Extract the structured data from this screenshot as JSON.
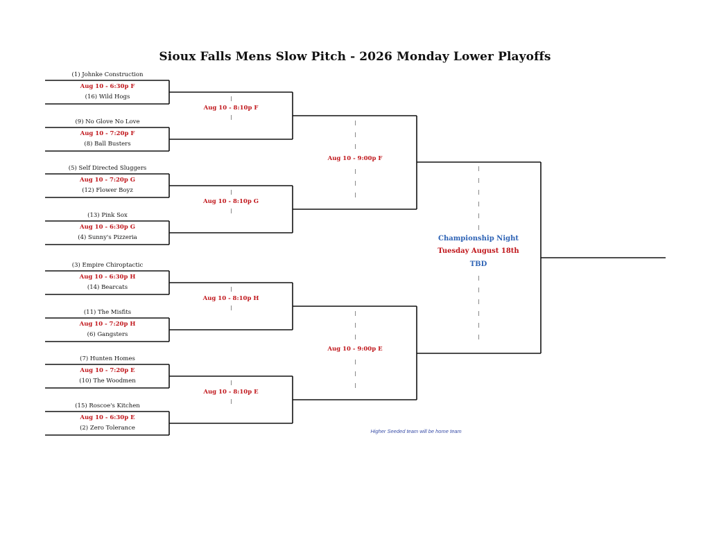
{
  "title": "Sioux Falls Mens Slow Pitch - 2026 Monday Lower Playoffs",
  "round1": [
    {
      "top": "(1) Johnke Construction",
      "game": "Aug 10 - 6:30p F",
      "bottom": "(16) Wild Hogs"
    },
    {
      "top": "(9) No Glove No Love",
      "game": "Aug 10 - 7:20p F",
      "bottom": "(8) Ball Busters"
    },
    {
      "top": "(5) Self Directed Sluggers",
      "game": "Aug 10 - 7:20p G",
      "bottom": "(12) Flower Boyz"
    },
    {
      "top": "(13) Pink Sox",
      "game": "Aug 10 - 6:30p G",
      "bottom": "(4) Sunny's Pizzeria"
    },
    {
      "top": "(3) Empire Chiroptactic",
      "game": "Aug 10 - 6:30p H",
      "bottom": "(14) Bearcats"
    },
    {
      "top": "(11) The Misfits",
      "game": "Aug 10 - 7:20p H",
      "bottom": "(6) Gangsters"
    },
    {
      "top": "(7) Hunten Homes",
      "game": "Aug 10 - 7:20p E",
      "bottom": "(10) The Woodmen"
    },
    {
      "top": "(15) Roscoe's Kitchen",
      "game": "Aug 10 - 6:30p E",
      "bottom": "(2) Zero Tolerance"
    }
  ],
  "round2": [
    "Aug 10 - 8:10p F",
    "Aug 10 - 8:10p G",
    "Aug 10 - 8:10p H",
    "Aug 10 - 8:10p E"
  ],
  "round3": [
    "Aug 10 - 9:00p F",
    "Aug 10 - 9:00p E"
  ],
  "championship": {
    "line1": "Championship Night",
    "line2": "Tuesday August 18th",
    "line3": "TBD"
  },
  "note": "Higher Seeded team will be home team",
  "colors": {
    "line": "#111111",
    "game_time": "#c0161b",
    "champ_blue": "#2e63b5",
    "note": "#3b4fa8"
  }
}
